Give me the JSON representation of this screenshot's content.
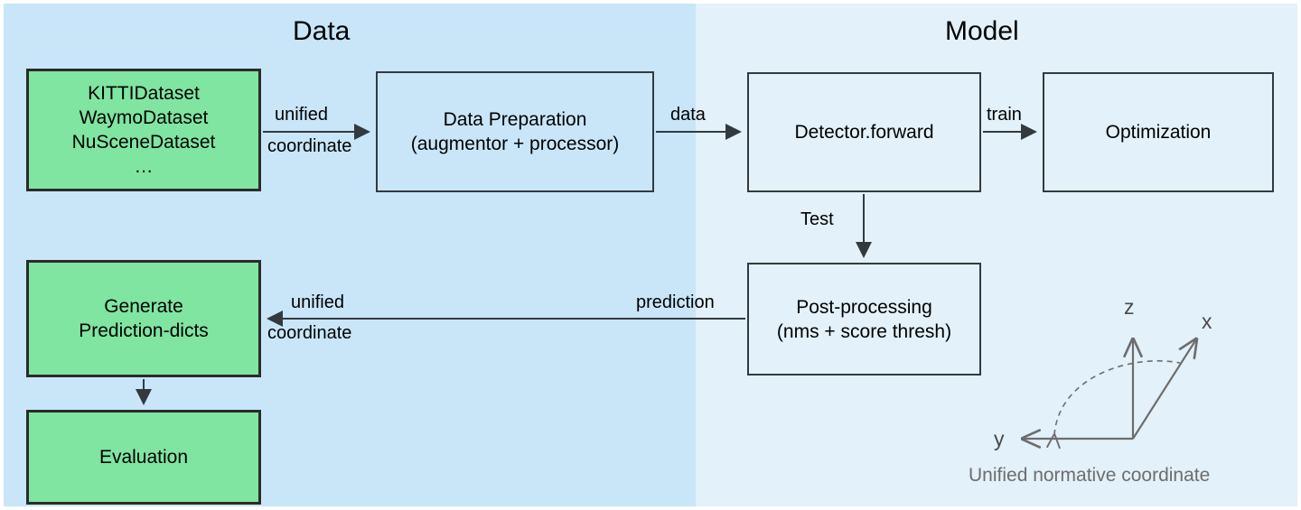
{
  "figure": {
    "sections": [
      {
        "id": "data",
        "title": "Data"
      },
      {
        "id": "model",
        "title": "Model"
      }
    ],
    "nodes": [
      {
        "id": "datasets",
        "label": "KITTIDataset\nWaymoDataset\nNuSceneDataset\n…",
        "style": "green"
      },
      {
        "id": "data-prep",
        "label": "Data Preparation\n(augmentor + processor)",
        "style": "plain-data"
      },
      {
        "id": "detector",
        "label": "Detector.forward",
        "style": "plain-model"
      },
      {
        "id": "optimization",
        "label": "Optimization",
        "style": "plain-model"
      },
      {
        "id": "postproc",
        "label": "Post-processing\n(nms + score thresh)",
        "style": "plain-model"
      },
      {
        "id": "gen-pred",
        "label": "Generate\nPrediction-dicts",
        "style": "green"
      },
      {
        "id": "evaluation",
        "label": "Evaluation",
        "style": "green"
      }
    ],
    "edges": [
      {
        "id": "datasets-to-prep",
        "from": "datasets",
        "to": "data-prep",
        "label_top": "unified",
        "label_bottom": "coordinate"
      },
      {
        "id": "prep-to-detector",
        "from": "data-prep",
        "to": "detector",
        "label_top": "data",
        "label_bottom": ""
      },
      {
        "id": "detector-to-optim",
        "from": "detector",
        "to": "optimization",
        "label_top": "train",
        "label_bottom": ""
      },
      {
        "id": "detector-to-post",
        "from": "detector",
        "to": "postproc",
        "label_top": "Test",
        "label_bottom": ""
      },
      {
        "id": "post-to-genpred",
        "from": "postproc",
        "to": "gen-pred",
        "label_top": "prediction",
        "label_bottom": ""
      },
      {
        "id": "genpred-unified",
        "from": "postproc",
        "to": "gen-pred",
        "label_top": "unified",
        "label_bottom": "coordinate"
      },
      {
        "id": "genpred-to-eval",
        "from": "gen-pred",
        "to": "evaluation",
        "label_top": "",
        "label_bottom": ""
      }
    ],
    "coordinate_widget": {
      "caption": "Unified normative coordinate",
      "axes": [
        {
          "id": "z",
          "label": "z"
        },
        {
          "id": "x",
          "label": "x"
        },
        {
          "id": "y",
          "label": "y"
        }
      ]
    },
    "colors": {
      "data_panel_bg": "#c8e6f8",
      "model_panel_bg": "#e2f1fa",
      "green_node_fill": "#7fe5a0",
      "green_node_border": "#2b2b2b",
      "plain_node_border": "#333a3f",
      "arrow": "#333a3f",
      "axis_gray": "#6d6d6d"
    }
  }
}
